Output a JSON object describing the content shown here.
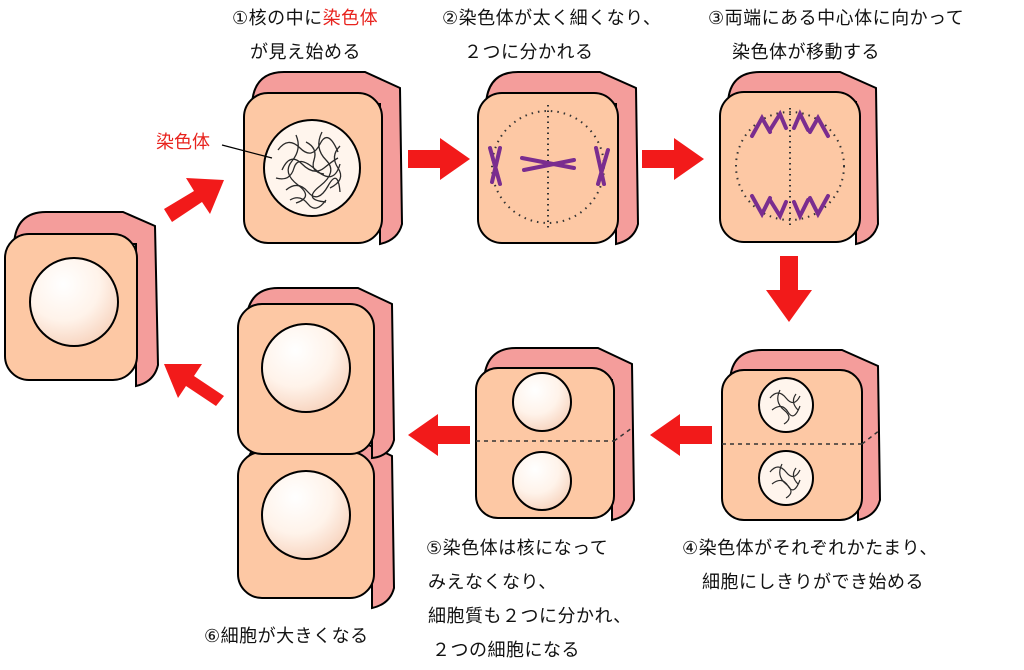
{
  "steps": {
    "step1": {
      "number": "①",
      "text_pre": "核の中に",
      "highlight": "染色体",
      "line2": "が見え始める"
    },
    "step2": {
      "line1": "②染色体が太く細くなり、",
      "line2": "２つに分かれる"
    },
    "step3": {
      "line1": "③両端にある中心体に向かって",
      "line2": "染色体が移動する"
    },
    "step4": {
      "line1": "④染色体がそれぞれかたまり、",
      "line2": "細胞にしきりができ始める"
    },
    "step5": {
      "line1": "⑤染色体は核になって",
      "line2": "みえなくなり、",
      "line3": "細胞質も２つに分かれ、",
      "line4": "２つの細胞になる"
    },
    "step6": {
      "line1": "⑥細胞が大きくなる"
    }
  },
  "callout": {
    "label": "染色体"
  },
  "colors": {
    "cell_face": "#fdc8a4",
    "cell_side": "#f49d9b",
    "arrow": "#f21a1a",
    "chromosome": "#7a2d8f",
    "label_red": "#e8231e"
  }
}
